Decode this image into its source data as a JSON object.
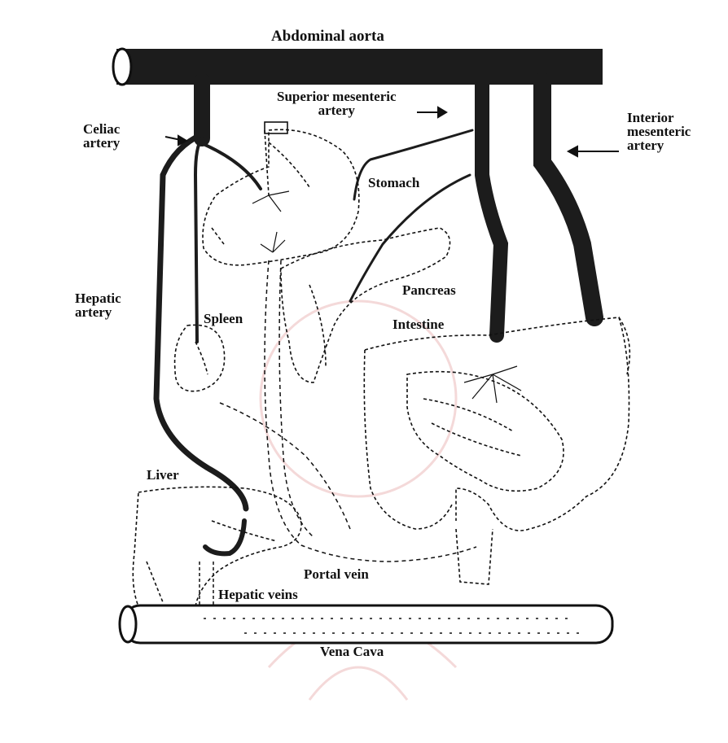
{
  "labels": {
    "abdominal_aorta": "Abdominal aorta",
    "superior_mesenteric_artery": "Superior mesenteric\nartery",
    "celiac_artery": "Celiac\nartery",
    "inferior_mesenteric_artery": "Interior\nmesenteric\nartery",
    "stomach": "Stomach",
    "pancreas": "Pancreas",
    "hepatic_artery": "Hepatic\nartery",
    "spleen": "Spleen",
    "intestine": "Intestine",
    "liver": "Liver",
    "portal_vein": "Portal vein",
    "hepatic_veins": "Hepatic veins",
    "vena_cava": "Vena Cava"
  },
  "colors": {
    "ink": "#111111",
    "artery_fill": "#1c1c1c",
    "watermark": "#f0c9c9"
  }
}
